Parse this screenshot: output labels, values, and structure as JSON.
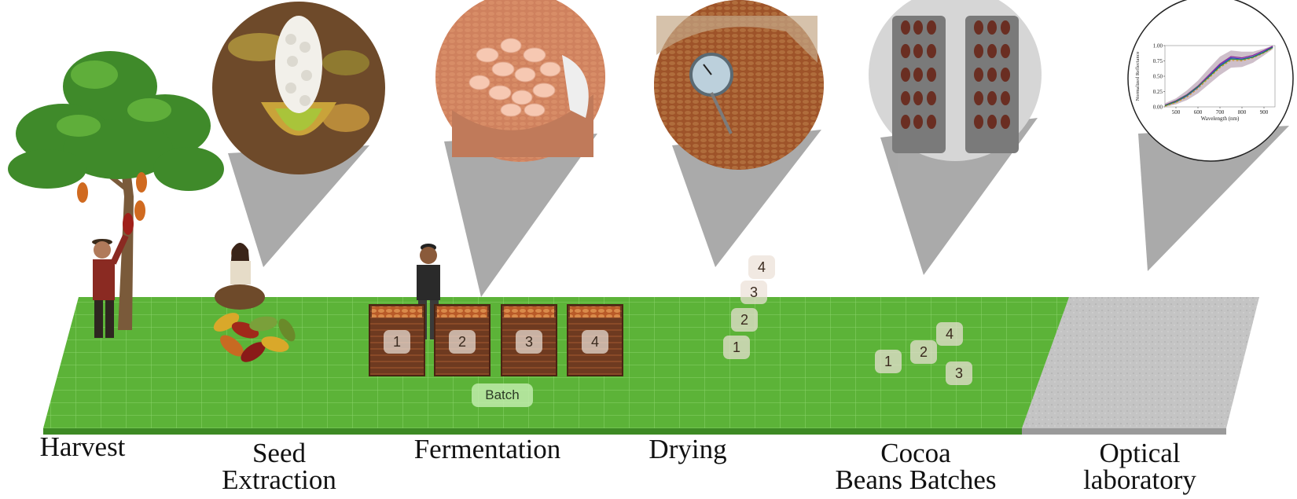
{
  "stages": [
    {
      "line1": "Harvest",
      "line2": ""
    },
    {
      "line1": "Seed",
      "line2": "Extraction"
    },
    {
      "line1": "Fermentation",
      "line2": ""
    },
    {
      "line1": "Drying",
      "line2": ""
    },
    {
      "line1": "Cocoa",
      "line2": "Beans Batches"
    },
    {
      "line1": "Optical",
      "line2": "laboratory"
    }
  ],
  "fermentation_boxes": [
    "1",
    "2",
    "3",
    "4"
  ],
  "fermentation_batch_label": "Batch",
  "drying_trays": [
    "4",
    "3",
    "2",
    "1"
  ],
  "sacks": [
    "1",
    "2",
    "4",
    "3"
  ],
  "colors": {
    "grass": "#5fb73a",
    "concrete": "#bdbdbd",
    "arrow": "#111111",
    "wood": "#7a3e22",
    "beans": "#c8713a",
    "callout": "#9a9a9a",
    "burlap": "#a67c4e"
  },
  "chart_data": {
    "type": "line",
    "title": "",
    "xlabel": "Wavelength (nm)",
    "ylabel": "Normalized Reflectance",
    "xlim": [
      450,
      950
    ],
    "ylim": [
      0,
      1
    ],
    "x_ticks": [
      "500",
      "600",
      "700",
      "800",
      "900"
    ],
    "y_ticks": [
      "0.00",
      "0.25",
      "0.50",
      "0.75",
      "1.00"
    ],
    "x": [
      450,
      500,
      550,
      600,
      650,
      700,
      750,
      800,
      850,
      900,
      940
    ],
    "series": [
      {
        "values": [
          0.02,
          0.08,
          0.18,
          0.32,
          0.5,
          0.68,
          0.8,
          0.78,
          0.82,
          0.9,
          0.98
        ]
      },
      {
        "values": [
          0.03,
          0.1,
          0.2,
          0.34,
          0.52,
          0.7,
          0.82,
          0.8,
          0.84,
          0.92,
          0.99
        ]
      },
      {
        "values": [
          0.01,
          0.07,
          0.16,
          0.3,
          0.47,
          0.64,
          0.76,
          0.75,
          0.8,
          0.88,
          0.96
        ]
      },
      {
        "values": [
          0.02,
          0.09,
          0.19,
          0.33,
          0.49,
          0.66,
          0.78,
          0.77,
          0.81,
          0.89,
          0.97
        ]
      }
    ],
    "band_upper": [
      0.06,
      0.14,
      0.27,
      0.43,
      0.63,
      0.82,
      0.92,
      0.9,
      0.9,
      0.95,
      1.0
    ],
    "band_lower": [
      0.0,
      0.04,
      0.11,
      0.22,
      0.37,
      0.52,
      0.64,
      0.65,
      0.72,
      0.84,
      0.94
    ]
  }
}
